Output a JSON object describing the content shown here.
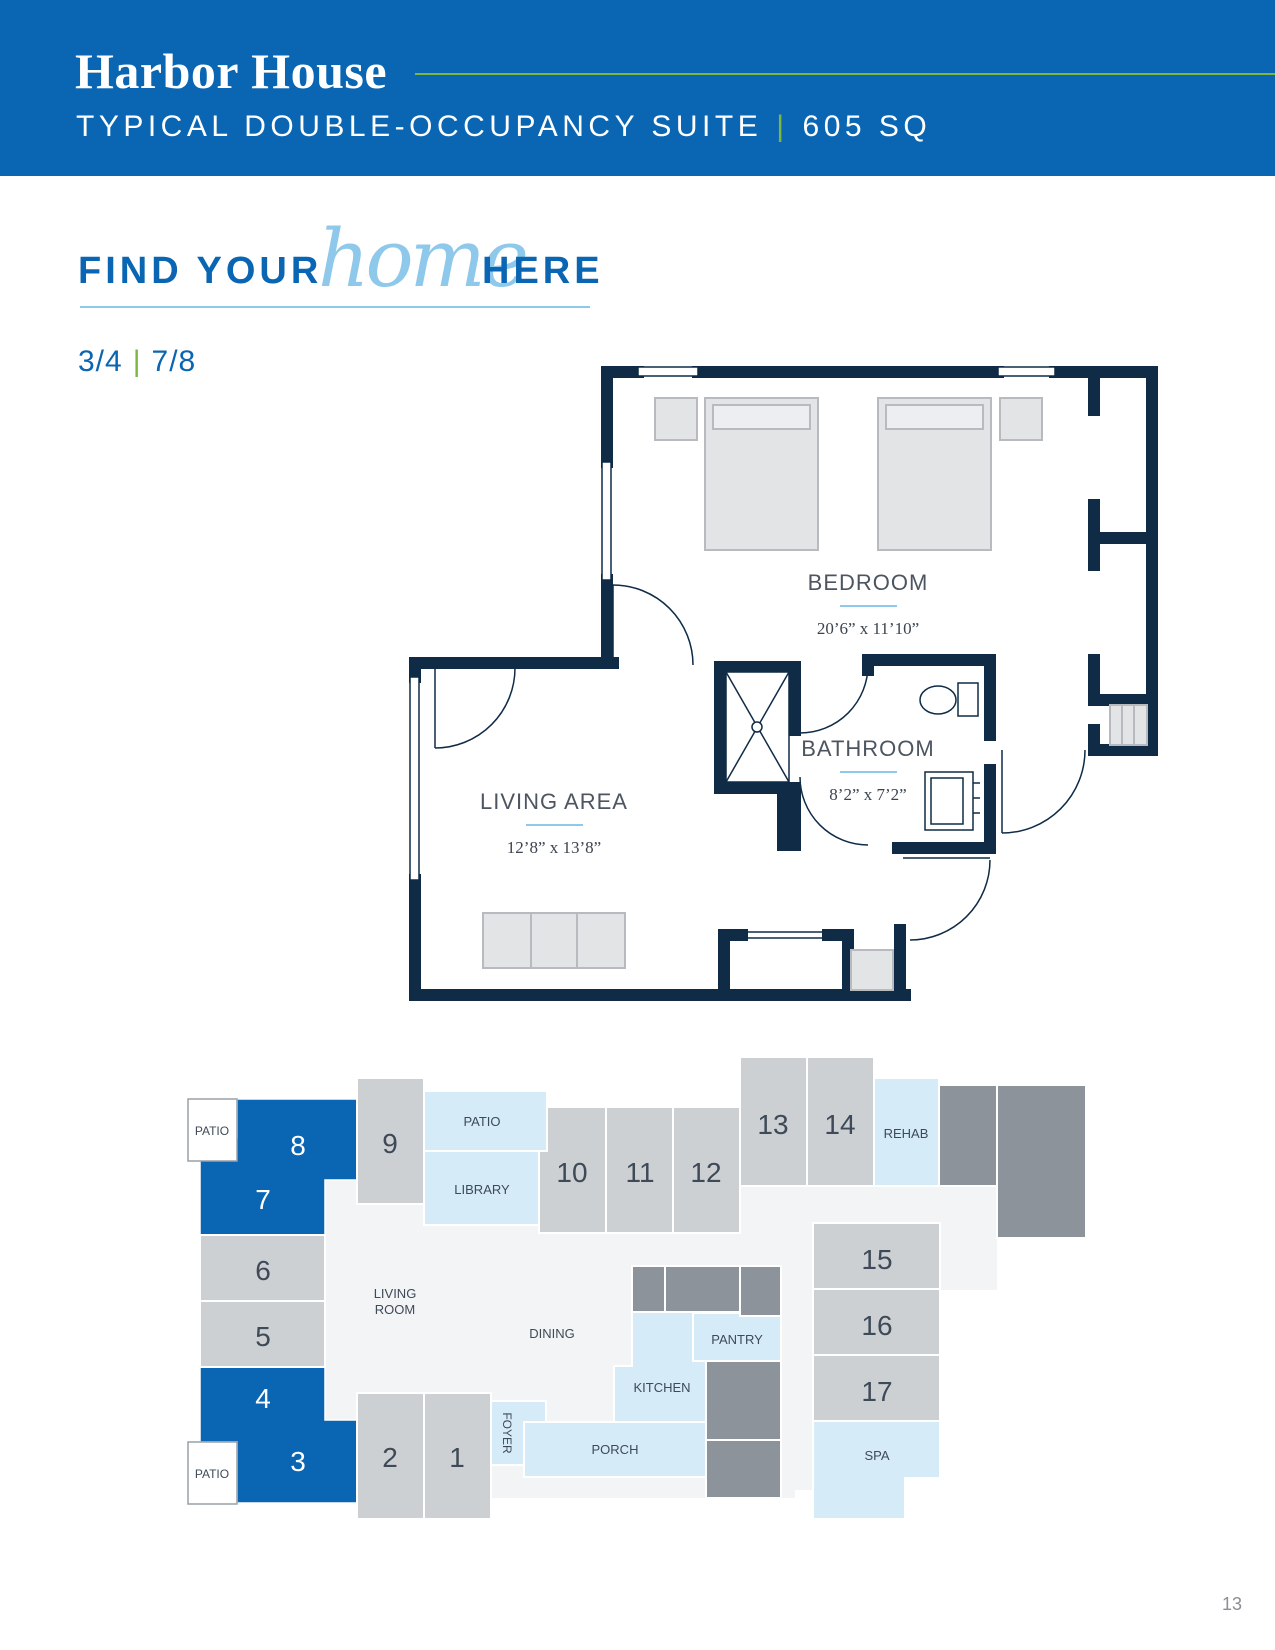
{
  "header": {
    "title": "Harbor House",
    "subtitle_left": "TYPICAL DOUBLE-OCCUPANCY SUITE",
    "subtitle_sep": "|",
    "subtitle_right": "605 SQ"
  },
  "tagline": {
    "find": "FIND YOUR",
    "home": "home",
    "here": "HERE"
  },
  "units": {
    "left": "3/4",
    "sep": "|",
    "right": "7/8"
  },
  "floorplan": {
    "bedroom": {
      "label": "BEDROOM",
      "dims": "20’6” x 11’10”"
    },
    "bathroom": {
      "label": "BATHROOM",
      "dims": "8’2” x 7’2”"
    },
    "living": {
      "label": "LIVING AREA",
      "dims": "12’8” x 13’8”"
    }
  },
  "sitemap": {
    "patio_left_top": "PATIO",
    "patio_left_bottom": "PATIO",
    "patio": "PATIO",
    "library": "LIBRARY",
    "rehab": "REHAB",
    "living_room_1": "LIVING",
    "living_room_2": "ROOM",
    "dining": "DINING",
    "pantry": "PANTRY",
    "kitchen": "KITCHEN",
    "foyer": "FOYER",
    "porch": "PORCH",
    "spa": "SPA",
    "units": [
      "1",
      "2",
      "3",
      "4",
      "5",
      "6",
      "7",
      "8",
      "9",
      "10",
      "11",
      "12",
      "13",
      "14",
      "15",
      "16",
      "17"
    ]
  },
  "colors": {
    "brand_blue": "#0a66b2",
    "accent_green": "#7db73f",
    "light_blue": "#d6ebf8",
    "unit_gray": "#cdd0d3",
    "dark_gray": "#8c939a",
    "wall_navy": "#0f2b45"
  },
  "page_number": "13"
}
